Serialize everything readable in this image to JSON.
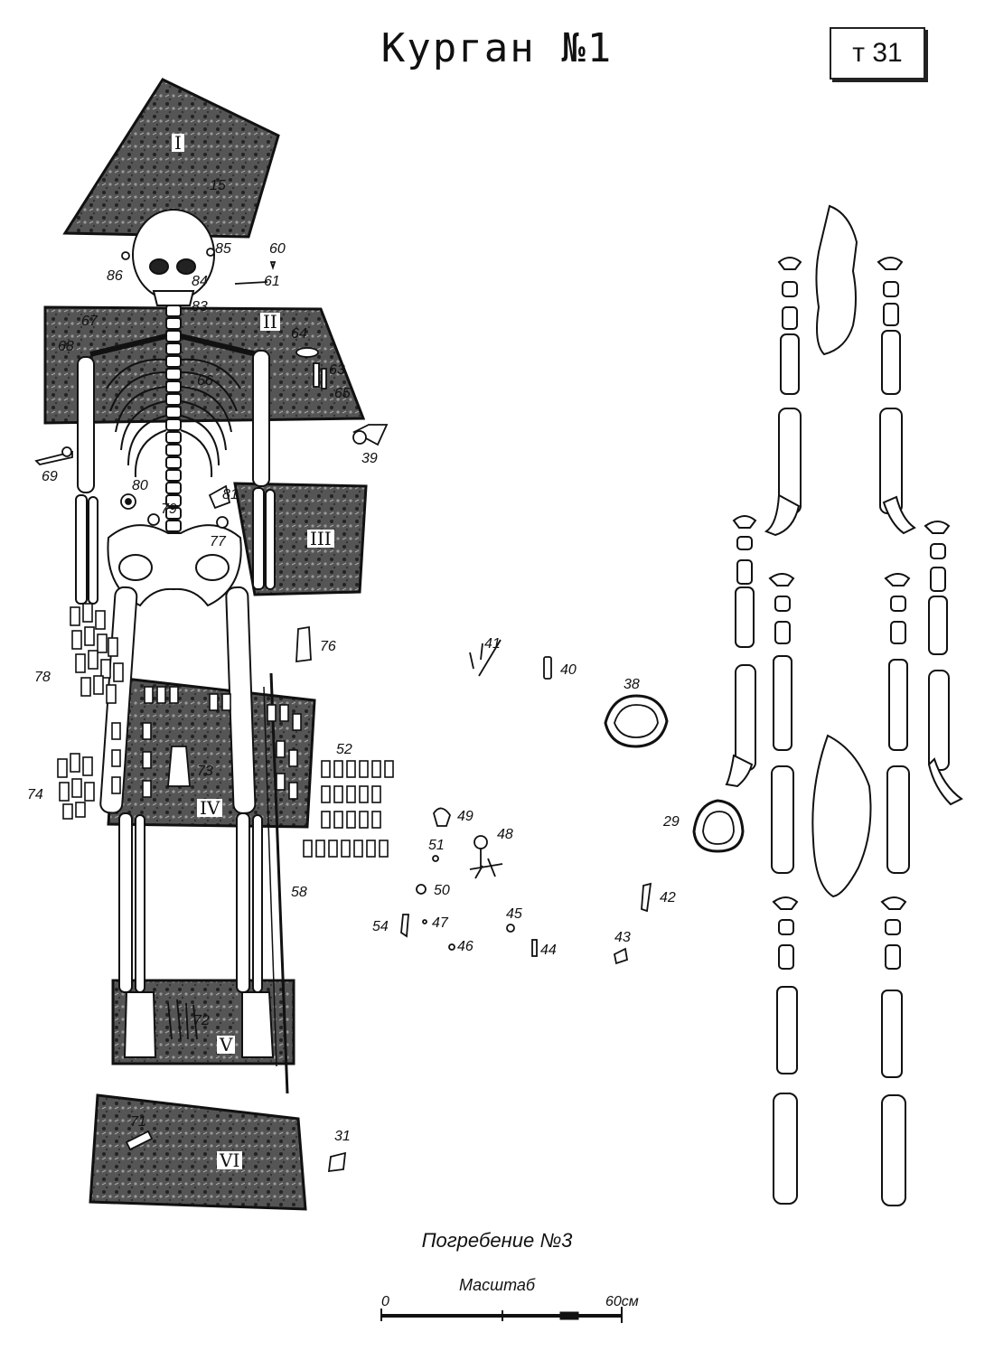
{
  "title": "Курган №1",
  "sheet_label": "т 31",
  "burial_label": "Погребение №3",
  "scale": {
    "label": "Масштаб",
    "start": "0",
    "end": "60см"
  },
  "stones": [
    "I",
    "II",
    "III",
    "IV",
    "V",
    "VI"
  ],
  "finds": [
    "15",
    "85",
    "86",
    "84",
    "60",
    "61",
    "83",
    "67",
    "68",
    "64",
    "63",
    "65",
    "66",
    "39",
    "69",
    "80",
    "81",
    "79",
    "77",
    "76",
    "78",
    "74",
    "73",
    "52",
    "58",
    "72",
    "71",
    "31",
    "41",
    "40",
    "38",
    "49",
    "48",
    "51",
    "50",
    "47",
    "54",
    "45",
    "46",
    "44",
    "43",
    "42",
    "29"
  ]
}
